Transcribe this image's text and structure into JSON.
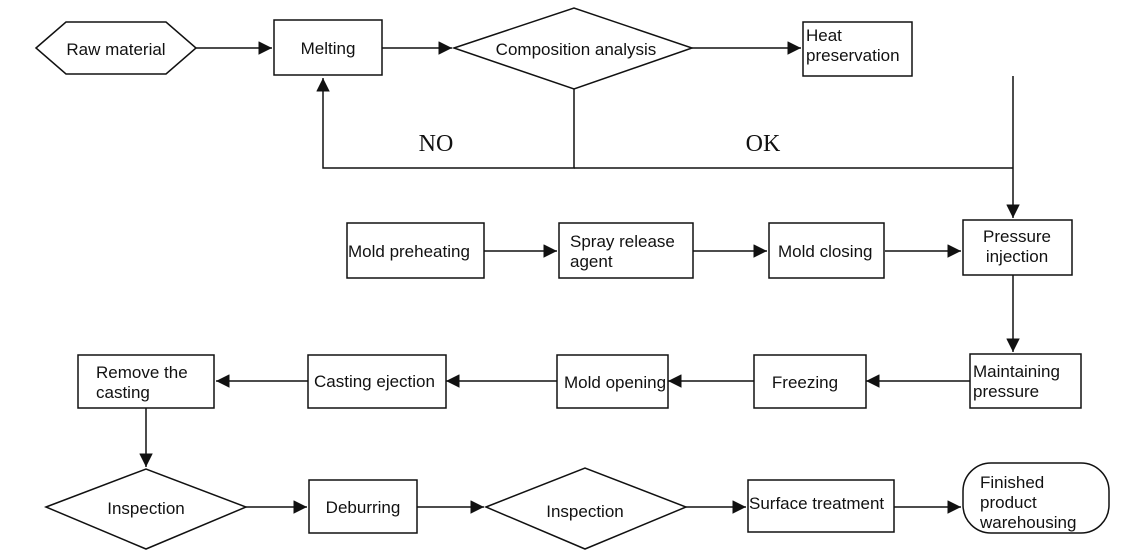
{
  "nodes": {
    "raw_material": [
      "Raw material"
    ],
    "melting": [
      "Melting"
    ],
    "composition_analysis": [
      "Composition analysis"
    ],
    "heat_preservation": [
      "Heat",
      "preservation"
    ],
    "mold_preheating": [
      "Mold preheating"
    ],
    "spray_release_agent": [
      "Spray release",
      "agent"
    ],
    "mold_closing": [
      "Mold closing"
    ],
    "pressure_injection": [
      "Pressure",
      "injection"
    ],
    "maintaining_pressure": [
      "Maintaining",
      "pressure"
    ],
    "freezing": [
      "Freezing"
    ],
    "mold_opening": [
      "Mold opening"
    ],
    "casting_ejection": [
      "Casting ejection"
    ],
    "remove_casting": [
      "Remove the",
      "casting"
    ],
    "inspection_1": [
      "Inspection"
    ],
    "deburring": [
      "Deburring"
    ],
    "inspection_2": [
      "Inspection"
    ],
    "surface_treatment": [
      "Surface treatment"
    ],
    "finished_product": [
      "Finished",
      "product",
      "warehousing"
    ]
  },
  "branch_labels": {
    "no": "NO",
    "ok": "OK"
  }
}
